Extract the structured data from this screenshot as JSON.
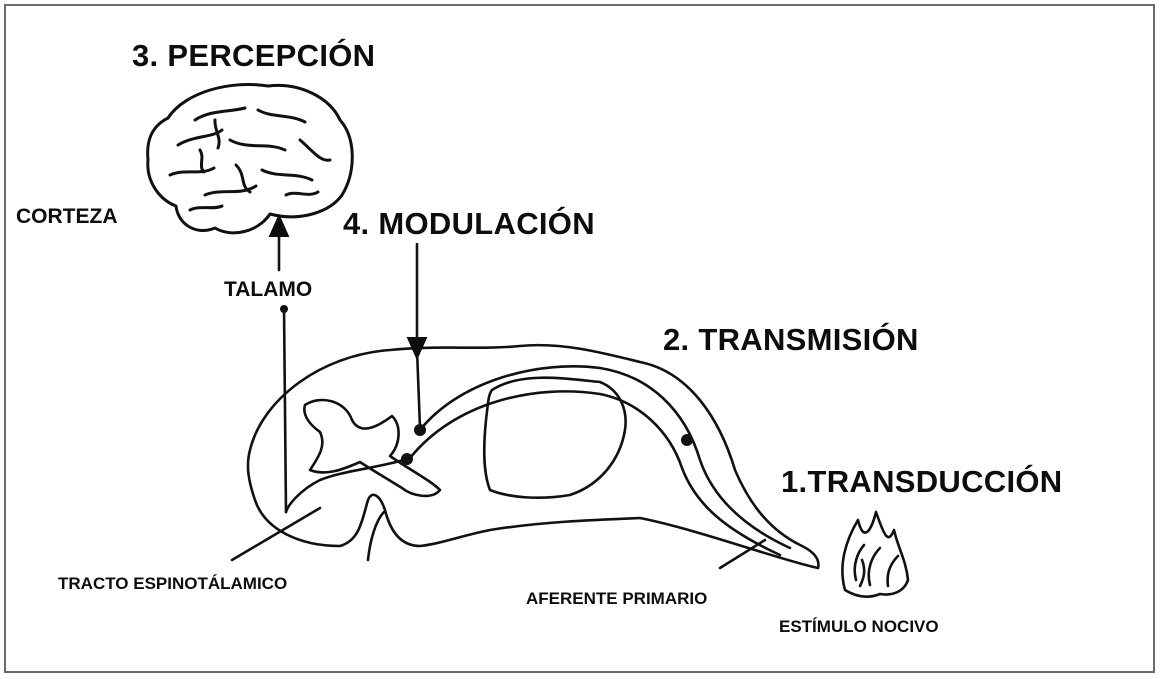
{
  "stages": {
    "perception": "3. PERCEPCIÓN",
    "modulation": "4. MODULACIÓN",
    "transmission": "2. TRANSMISIÓN",
    "transduction": "1.TRANSDUCCIÓN"
  },
  "labels": {
    "cortex": "CORTEZA",
    "thalamus": "TALAMO",
    "spinothalamic_tract": "TRACTO ESPINOTÁLAMICO",
    "primary_afferent": "AFERENTE PRIMARIO",
    "noxious_stimulus": "ESTÍMULO NOCIVO"
  },
  "colors": {
    "ink": "#0d0d0d",
    "border": "#6a6a6a",
    "background": "#ffffff"
  }
}
